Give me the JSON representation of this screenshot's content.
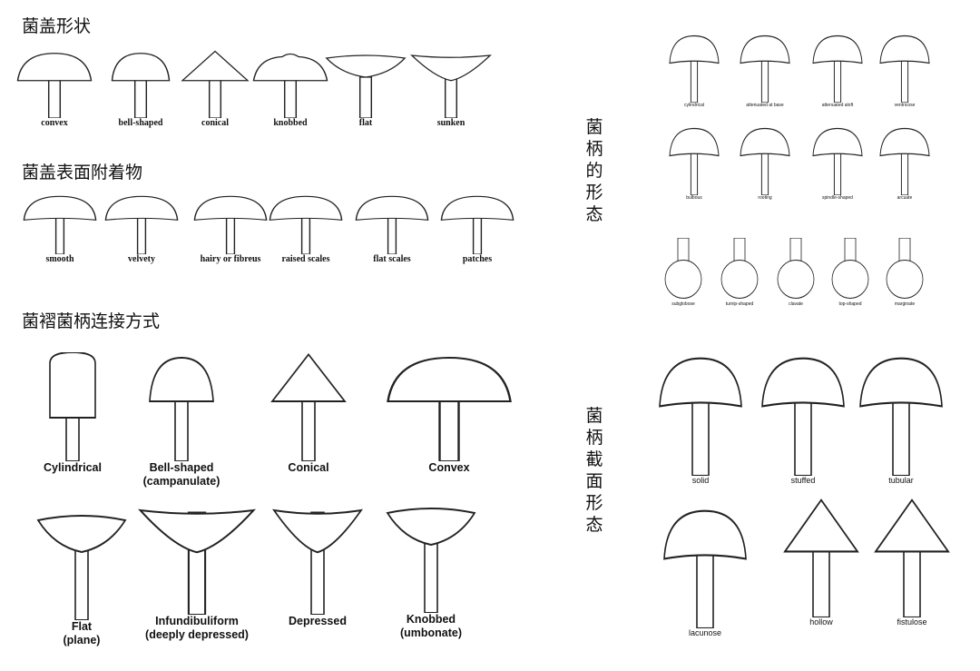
{
  "sections": {
    "cap_shape": {
      "title": "菌盖形状",
      "items": [
        "convex",
        "bell-shaped",
        "conical",
        "knobbed",
        "flat",
        "sunken"
      ]
    },
    "cap_surface": {
      "title": "菌盖表面附着物",
      "items": [
        "smooth",
        "velvety",
        "hairy or fibreus",
        "raised scales",
        "flat scales",
        "patches"
      ]
    },
    "gill_attachment": {
      "title": "菌褶菌柄连接方式",
      "items": [
        {
          "l1": "Cylindrical",
          "l2": ""
        },
        {
          "l1": "Bell-shaped",
          "l2": "(campanulate)"
        },
        {
          "l1": "Conical",
          "l2": ""
        },
        {
          "l1": "Convex",
          "l2": ""
        },
        {
          "l1": "Flat",
          "l2": "(plane)"
        },
        {
          "l1": "Infundibuliform",
          "l2": "(deeply depressed)"
        },
        {
          "l1": "Depressed",
          "l2": ""
        },
        {
          "l1": "Knobbed",
          "l2": "(umbonate)"
        }
      ]
    },
    "stem_shape": {
      "title": "菌柄的形态",
      "items": [
        "cylindrical",
        "attenuated at base",
        "attenuated aloft",
        "ventricose",
        "bulbous",
        "rooting",
        "spindle-shaped",
        "arcuate",
        "subglobose",
        "turnip-shaped",
        "clavate",
        "top-shaped",
        "marginate"
      ]
    },
    "stem_section": {
      "title": "菌柄截面形态",
      "items": [
        "solid",
        "stuffed",
        "tubular",
        "lacunose",
        "hollow",
        "fistulose"
      ]
    }
  }
}
